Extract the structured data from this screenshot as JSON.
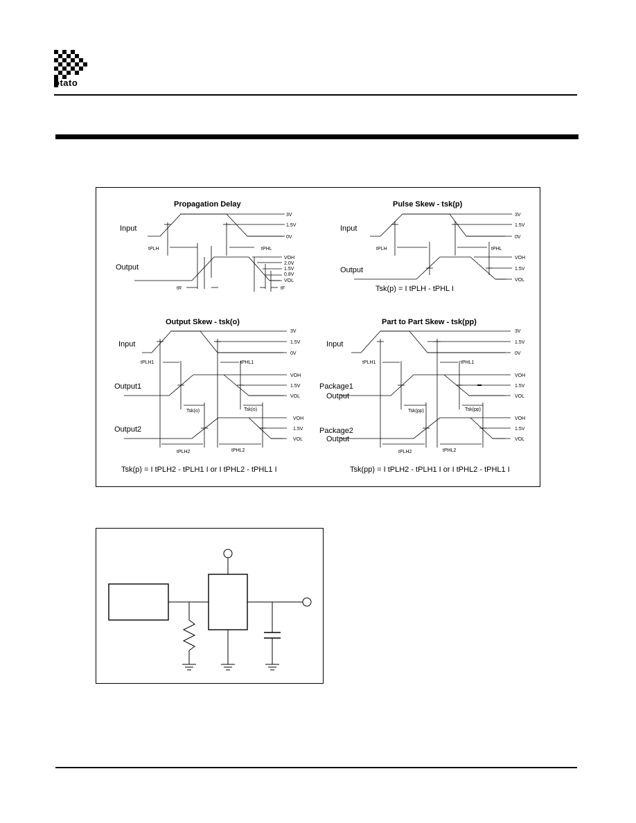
{
  "header": {
    "logo_text": "otato"
  },
  "timing": {
    "prop": {
      "title": "Propagation Delay",
      "input_label": "Input",
      "output_label": "Output",
      "v3": "3V",
      "v15": "1.5V",
      "v0": "0V",
      "voh": "VOH",
      "v20": "2.0V",
      "v15b": "1.5V",
      "v08": "0.8V",
      "vol": "VOL",
      "tplh": "tPLH",
      "tphl": "tPHL",
      "tr": "tR",
      "tf": "tF"
    },
    "pulse": {
      "title": "Pulse Skew - tsk(p)",
      "input_label": "Input",
      "output_label": "Output",
      "v3": "3V",
      "v15": "1.5V",
      "v0": "0V",
      "voh": "VOH",
      "v15b": "1.5V",
      "vol": "VOL",
      "tplh": "tPLH",
      "tphl": "tPHL",
      "formula": "Tsk(p) = I tPLH - tPHL I"
    },
    "output_skew": {
      "title": "Output Skew - tsk(o)",
      "input_label": "Input",
      "output1_label": "Output1",
      "output2_label": "Output2",
      "v3": "3V",
      "v15": "1.5V",
      "v0": "0V",
      "voh1": "VOH",
      "v15_1": "1.5V",
      "vol1": "VOL",
      "voh2": "VOH",
      "v15_2": "1.5V",
      "vol2": "VOL",
      "tplh1": "tPLH1",
      "tphl1": "tPHL1",
      "tsk1": "Tsk(o)",
      "tsk2": "Tsk(o)",
      "tplh2": "tPLH2",
      "tphl2": "tPHL2",
      "formula": "Tsk(p) = I tPLH2 - tPLH1 I or I tPHL2 - tPHL1 I"
    },
    "part_skew": {
      "title": "Part to Part Skew - tsk(pp)",
      "input_label": "Input",
      "pkg1_label": "Package1",
      "pkg1_sub": "Output",
      "pkg2_label": "Package2",
      "pkg2_sub": "Output",
      "v3": "3V",
      "v15": "1.5V",
      "v0": "0V",
      "voh1": "VOH",
      "v15_1": "1.5V",
      "vol1": "VOL",
      "voh2": "VOH",
      "v15_2": "1.5V",
      "vol2": "VOL",
      "tplh1": "tPLH1",
      "tphl1": "tPHL1",
      "tsk1": "Tsk(pp)",
      "tsk2": "Tsk(pp)",
      "tplh2": "tPLH2",
      "tphl2": "tPHL2",
      "formula": "Tsk(pp) = I tPLH2 - tPLH1 I or I tPHL2 - tPHL1 I"
    }
  },
  "colors": {
    "ink": "#000000",
    "paper": "#ffffff"
  }
}
